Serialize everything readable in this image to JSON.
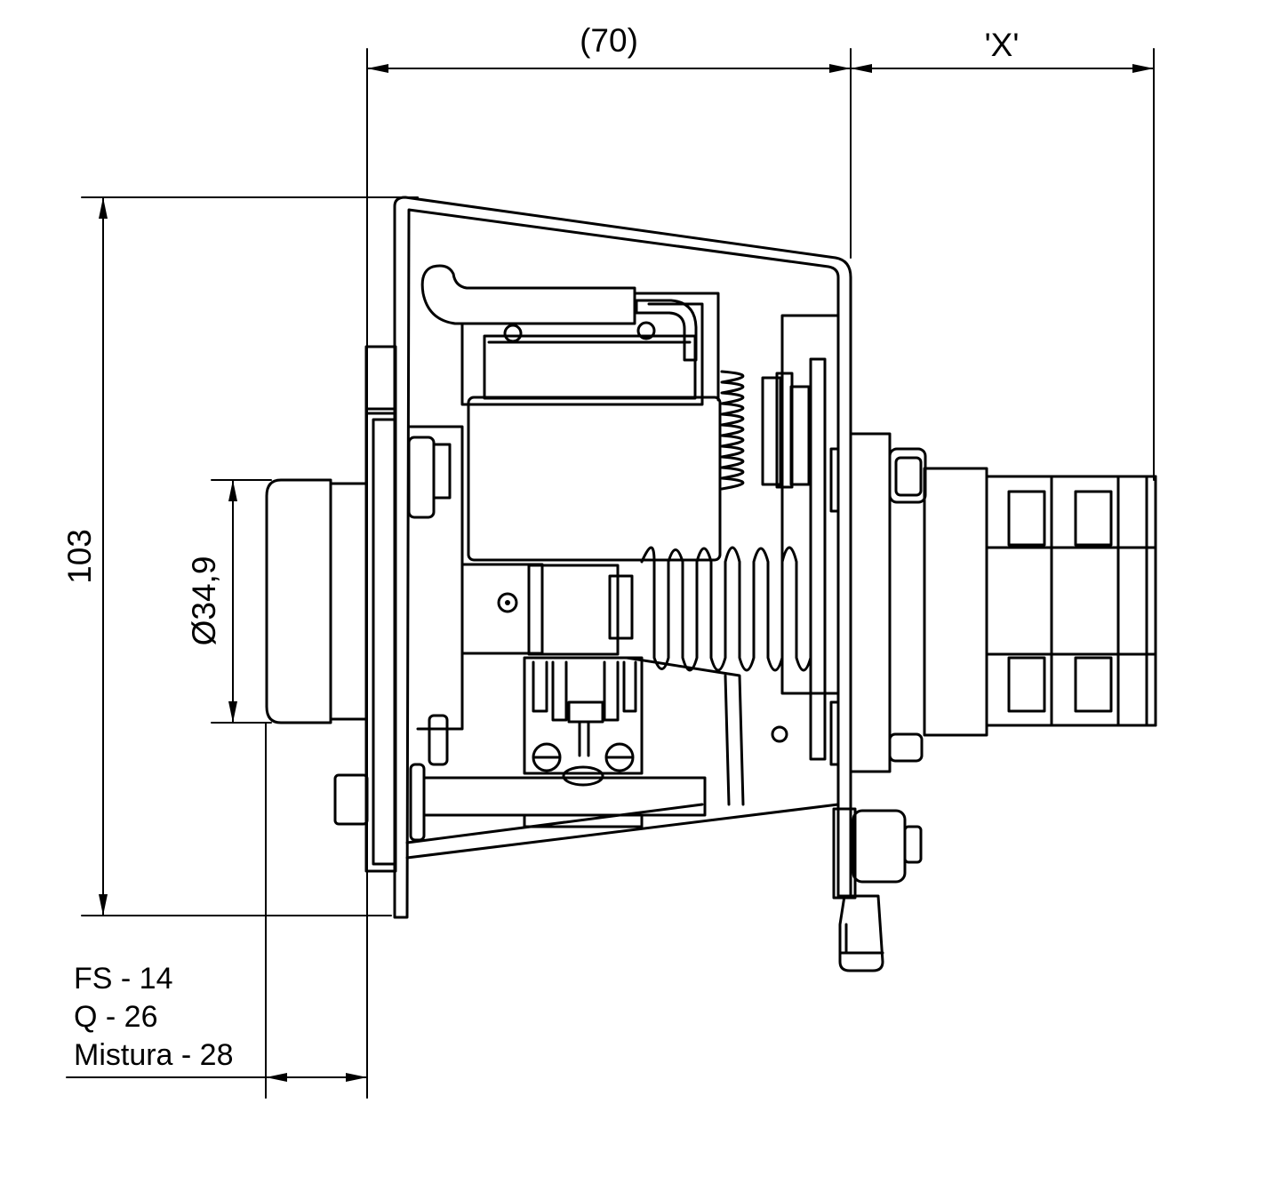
{
  "dimensions": {
    "top_width": "(70)",
    "top_x": "'X'",
    "height": "103",
    "diameter": "Ø34,9"
  },
  "notes": [
    "FS - 14",
    "Q - 26",
    "Mistura - 28"
  ],
  "colors": {
    "line": "#000000",
    "background": "#ffffff"
  }
}
